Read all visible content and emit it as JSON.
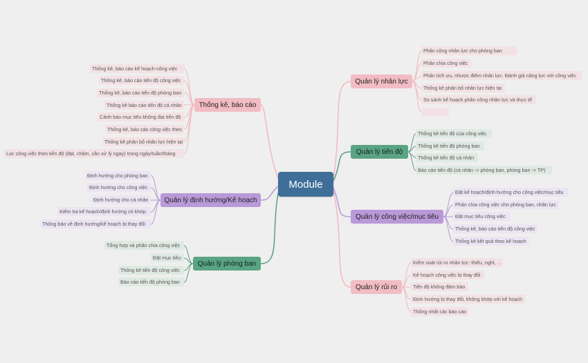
{
  "center": {
    "title": "Module"
  },
  "colors": {
    "pink_line": "#f2b7c0",
    "green_line": "#5a9f80",
    "purple_line": "#b39ad6",
    "center_bg": "#3f6f99"
  },
  "branches": {
    "thong_ke": {
      "label": "Thống kê, báo cáo",
      "leaves": [
        "Thống kê, báo cáo kế hoạch-công việc",
        "Thống kê, báo cáo tiến độ công việc",
        "Thống kê, báo cáo tiến độ phòng ban",
        "Thống kê báo cáo tiến độ cá nhân",
        "Cảnh báo mục tiêu không đạt tiến độ",
        "Thống kê, báo cáo công việc theo",
        "Thống kê phân bổ nhân lực hiện tại",
        "Lọc công việc theo tiến độ (đạt, chậm, cần xử lý ngay) trong ngày/tuần/tháng"
      ]
    },
    "dinh_huong": {
      "label": "Quản lý định hướng/Kế hoạch",
      "leaves": [
        "Định hướng cho phòng ban",
        "Định hướng cho công việc",
        "Định hướng cho cá nhân",
        "Kiểm tra kế hoạch/định hướng có khớp",
        "Thông báo về định hướng/kế hoạch bị thay đổi"
      ]
    },
    "phong_ban": {
      "label": "Quản lý phòng ban",
      "leaves": [
        "Tổng hợp và phân chia công việc",
        "Đặt mục tiêu",
        "Thống kê tiến độ công việc",
        "Báo cáo tiến độ phòng ban"
      ]
    },
    "nhan_luc": {
      "label": "Quản lý nhân lực",
      "leaves": [
        "Phân công nhân lực cho phòng ban",
        "Phân chia công việc",
        "Phân tích ưu, nhược điểm nhân lực. Đánh giá năng lực với công việc",
        "Thống kê phân bổ nhân lực hiện tại",
        "So sánh kế hoạch phân công nhân lực và thực tế",
        ""
      ]
    },
    "tien_do": {
      "label": "Quản lý tiến độ",
      "leaves": [
        "Thống kê tiến độ của công việc",
        "Thống kê tiến độ phòng ban",
        "Thống kê tiến độ cá nhân",
        "Báo cáo tiến độ (cá nhân -> phòng ban, phòng ban -> TP)"
      ]
    },
    "cong_viec": {
      "label": "Quản lý công việc/mục tiêu",
      "leaves": [
        "Đặt kế hoạch/định hướng cho công việc/mục tiêu",
        "Phân chia công việc cho phòng ban, nhân lực",
        "Đặt mục tiêu công việc",
        "Thống kê, báo cáo tiến độ công việc",
        "Thống kê kết quả theo kế hoạch"
      ]
    },
    "rui_ro": {
      "label": "Quản lý rủi ro",
      "leaves": [
        "Kiểm soát rủi ro nhân lực: thiếu, nghỉ, ...",
        "Kế hoạch công việc bị thay đổi",
        "Tiến độ không đảm bảo",
        "Định hướng bị thay đổi, không khớp với kế hoạch",
        "Thống nhất các báo cáo"
      ]
    }
  }
}
